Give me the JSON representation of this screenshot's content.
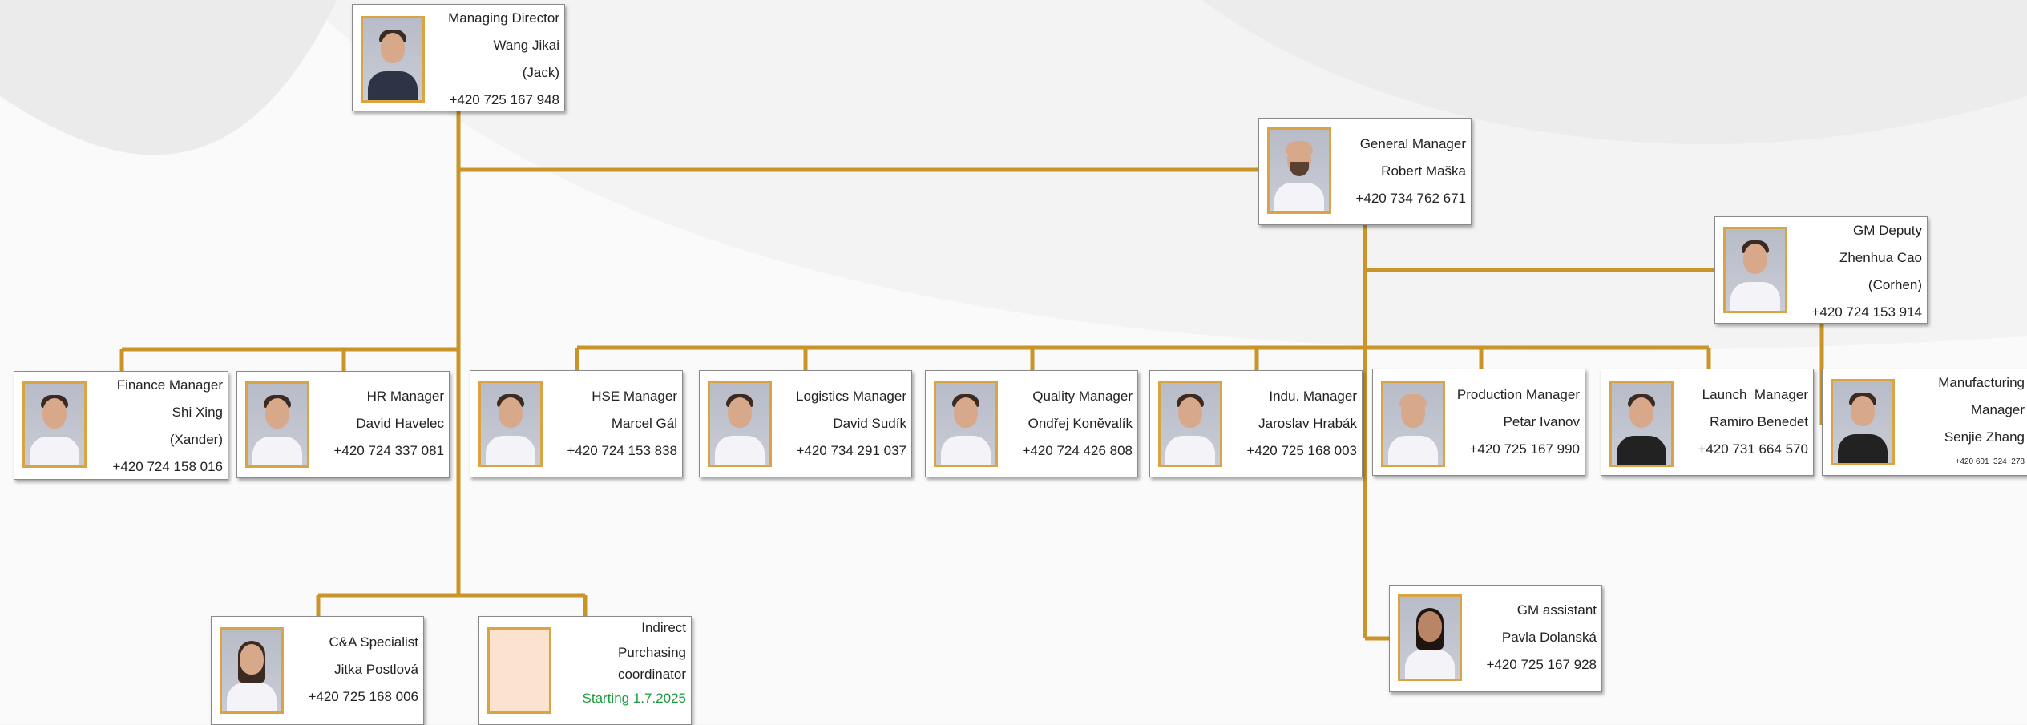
{
  "diagram": {
    "line_color": "#c99428",
    "photo_border_color": "#d9a441",
    "highlight_color": "#1a9a3c"
  },
  "people": {
    "md": {
      "title": "Managing Director",
      "name": "Wang Jikai",
      "alias": "(Jack)",
      "phone": "+420 725 167 948",
      "photo": "man-suit"
    },
    "gm": {
      "title": "General Manager",
      "name": "Robert Maška",
      "phone": "+420 734 762 671",
      "photo": "bald-beard"
    },
    "gmd": {
      "title": "GM Deputy",
      "name": "Zhenhua Cao",
      "alias": "(Corhen)",
      "phone": "+420 724 153 914",
      "photo": "man-glasses"
    },
    "fin": {
      "title": "Finance Manager",
      "name": "Shi Xing",
      "alias": "(Xander)",
      "phone": "+420 724 158 016",
      "photo": "man"
    },
    "hr": {
      "title": "HR Manager",
      "name": "David Havelec",
      "phone": "+420 724 337 081",
      "photo": "man-glasses"
    },
    "hse": {
      "title": "HSE Manager",
      "name": "Marcel Gál",
      "phone": "+420 724 153 838",
      "photo": "man"
    },
    "log": {
      "title": "Logistics Manager",
      "name": "David Sudík",
      "phone": "+420 734 291 037",
      "photo": "man"
    },
    "qual": {
      "title": "Quality Manager",
      "name": "Ondřej Konĕvalík",
      "phone": "+420 724 426 808",
      "photo": "man"
    },
    "indu": {
      "title": "Indu. Manager",
      "name": "Jaroslav Hrabák",
      "phone": "+420 725 168 003",
      "photo": "man"
    },
    "prod": {
      "title": "Production Manager",
      "name": "Petar Ivanov",
      "phone": "+420 725 167 990",
      "photo": "bald"
    },
    "launch": {
      "title": "Launch  Manager",
      "name": "Ramiro Benedet",
      "phone": "+420 731 664 570",
      "photo": "man-dark"
    },
    "mfg": {
      "title1": "Manufacturing",
      "title2": "Manager",
      "name": "Senjie Zhang",
      "phone": "+420 601  324  278",
      "photo": "man"
    },
    "ca": {
      "title": "C&A Specialist",
      "name": "Jitka Postlová",
      "phone": "+420 725 168 006",
      "photo": "woman"
    },
    "ipc": {
      "line1": "Indirect",
      "line2": "Purchasing",
      "line3": "coordinator",
      "line4": "Starting 1.7.2025",
      "photo": "placeholder"
    },
    "gma": {
      "title": "GM assistant",
      "name": "Pavla Dolanská",
      "phone": "+420 725 167 928",
      "photo": "woman-dark"
    }
  }
}
